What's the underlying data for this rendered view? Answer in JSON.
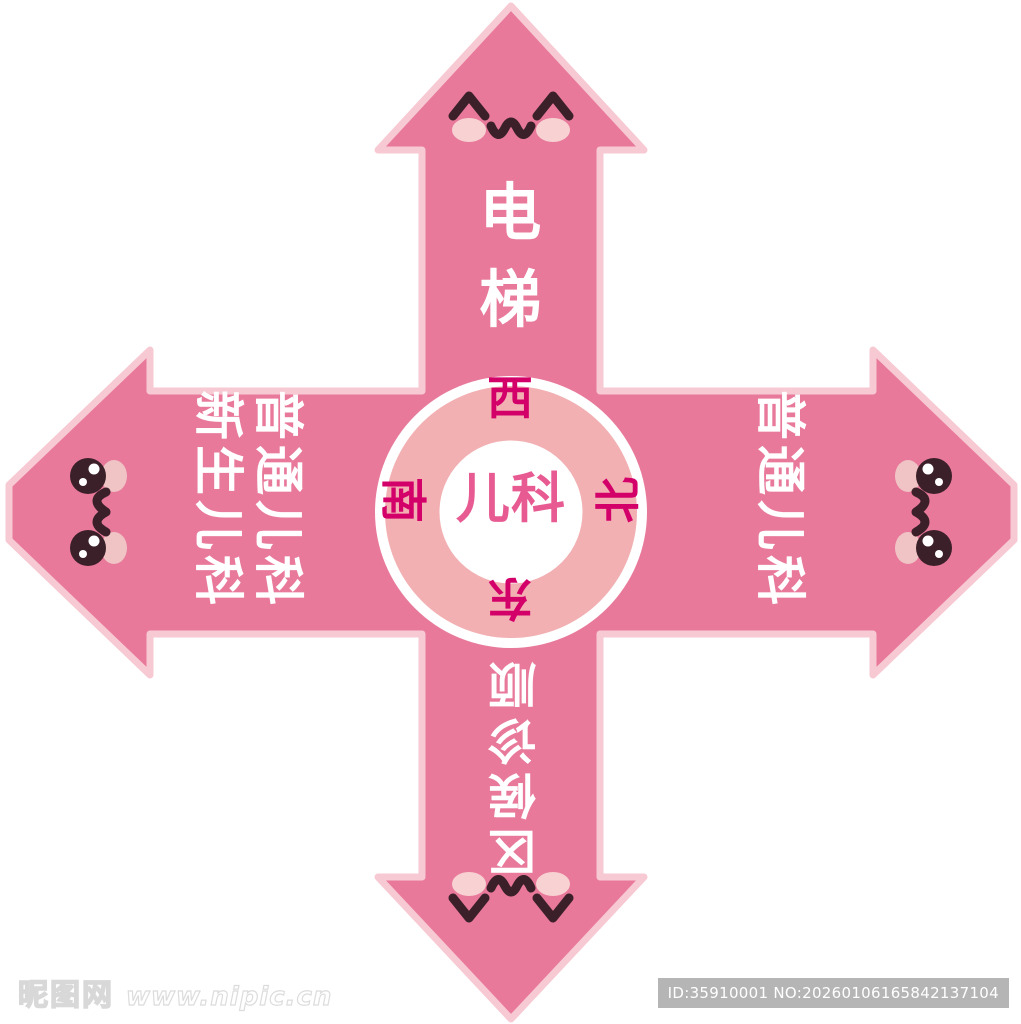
{
  "artwork": {
    "type": "hospital-directional-sign",
    "background_color": "#ffffff",
    "arrow_fill": "#e8799b",
    "arrow_outline": "#f7c9d3",
    "center_ring_fill": "#f2b0b3",
    "center_inner_fill": "#ffffff",
    "center_ring_border": "#ffffff",
    "text_white": "#ffffff",
    "compass_text_color": "#d4006a",
    "center_label_color": "#e75b92",
    "face_color": "#3c2029",
    "blush_color": "#f8d2d2"
  },
  "arrows": {
    "top": {
      "direction": "up",
      "label_chars": [
        "电",
        "梯"
      ],
      "label_text": "电梯",
      "face": "kawaii-face-up"
    },
    "bottom": {
      "direction": "down",
      "label_chars": [
        "顺",
        "诊",
        "候",
        "区"
      ],
      "label_text": "顺诊候区",
      "face": "kawaii-face-down"
    },
    "left": {
      "direction": "left",
      "lines": [
        "普通儿科",
        "新生儿科"
      ],
      "face": "kawaii-face-left"
    },
    "right": {
      "direction": "right",
      "lines": [
        "普通儿科"
      ],
      "face": "kawaii-face-right"
    }
  },
  "center": {
    "label": "儿科",
    "compass": {
      "top": "西",
      "right": "北",
      "bottom": "东",
      "left": "南"
    }
  },
  "watermark": {
    "logo_text": "昵图网",
    "url_text": "www.nipic.cn",
    "id_text": "ID:35910001 NO:20260106165842137104"
  }
}
